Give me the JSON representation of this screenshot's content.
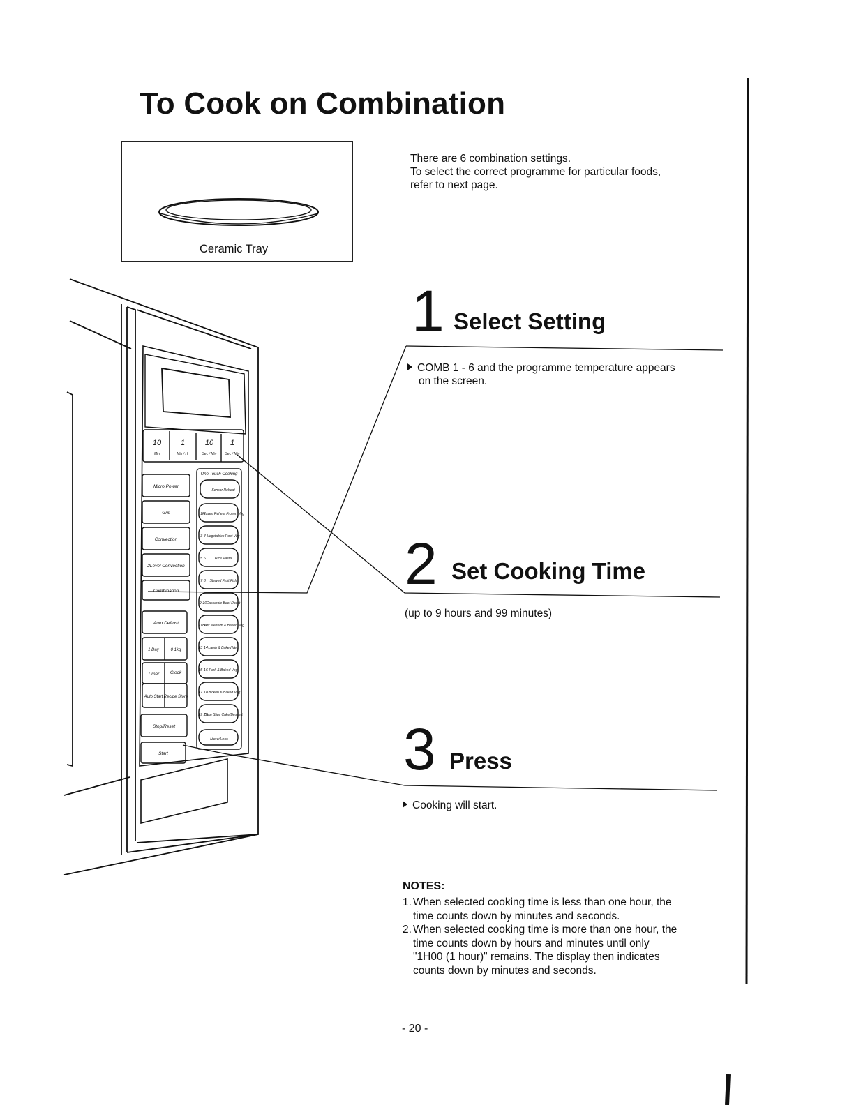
{
  "page": {
    "title": "To Cook on Combination",
    "page_number": "- 20 -"
  },
  "intro": {
    "line1": "There are 6 combination settings.",
    "line2": "To select the correct programme for particular foods,",
    "line3": "refer to next page."
  },
  "illustration": {
    "tray_label": "Ceramic Tray",
    "panel": {
      "digit_keys": [
        {
          "num": "10",
          "unit": "Min"
        },
        {
          "num": "1",
          "unit": "Min / Hr"
        },
        {
          "num": "10",
          "unit": "Sec / Min"
        },
        {
          "num": "1",
          "unit": "Sec / Min"
        }
      ],
      "one_touch_label": "One Touch Cooking",
      "left_keys": [
        "Micro Power",
        "Grill",
        "Convection",
        "2Level Convection",
        "Combination",
        "Auto Defrost"
      ],
      "weight_keys": [
        "1 Day",
        "0 1kg"
      ],
      "timer_keys": [
        "Timer",
        "Clock"
      ],
      "auto_keys": [
        "Auto Start",
        "Recipe Store"
      ],
      "stop_key": "Stop/Reset",
      "start_key": "Start",
      "right_keys": [
        {
          "nums": "",
          "label": "Sensor Reheat"
        },
        {
          "nums": "1 2",
          "label": "Frozen Reheat Frozen Veg"
        },
        {
          "nums": "3 4",
          "label": "Vegetables Root Veg"
        },
        {
          "nums": "5 6",
          "label": "Rice Pasta"
        },
        {
          "nums": "7 8",
          "label": "Stewed Fruit Fish"
        },
        {
          "nums": "9 10",
          "label": "Casserole Beef Roast"
        },
        {
          "nums": "11 12",
          "label": "Beef Medium & Baked Veg"
        },
        {
          "nums": "13 14",
          "label": "Lamb & Baked Veg"
        },
        {
          "nums": "15 16",
          "label": "Pork & Baked Veg"
        },
        {
          "nums": "17 18",
          "label": "Chicken & Baked Veg"
        },
        {
          "nums": "19 20",
          "label": "Cake Slice Cake/Dessert"
        }
      ],
      "more_less_key": "More/Less"
    }
  },
  "steps": [
    {
      "num": "1",
      "title": "Select Setting",
      "bullet": "COMB 1 - 6 and the programme temperature appears",
      "bullet2": "on the screen."
    },
    {
      "num": "2",
      "title": "Set Cooking Time",
      "note": "(up to 9 hours and 99 minutes)"
    },
    {
      "num": "3",
      "title": "Press",
      "bullet": "Cooking will start."
    }
  ],
  "notes": {
    "heading": "NOTES:",
    "items": [
      {
        "n": "1.",
        "lines": [
          "When selected cooking time is less than one hour, the",
          "time counts down by minutes and seconds."
        ]
      },
      {
        "n": "2.",
        "lines": [
          "When selected cooking time is more than one hour, the",
          "time counts down by hours and minutes until only",
          "\"1H00 (1 hour)\" remains. The display then indicates",
          "counts down by minutes and seconds."
        ]
      }
    ]
  }
}
